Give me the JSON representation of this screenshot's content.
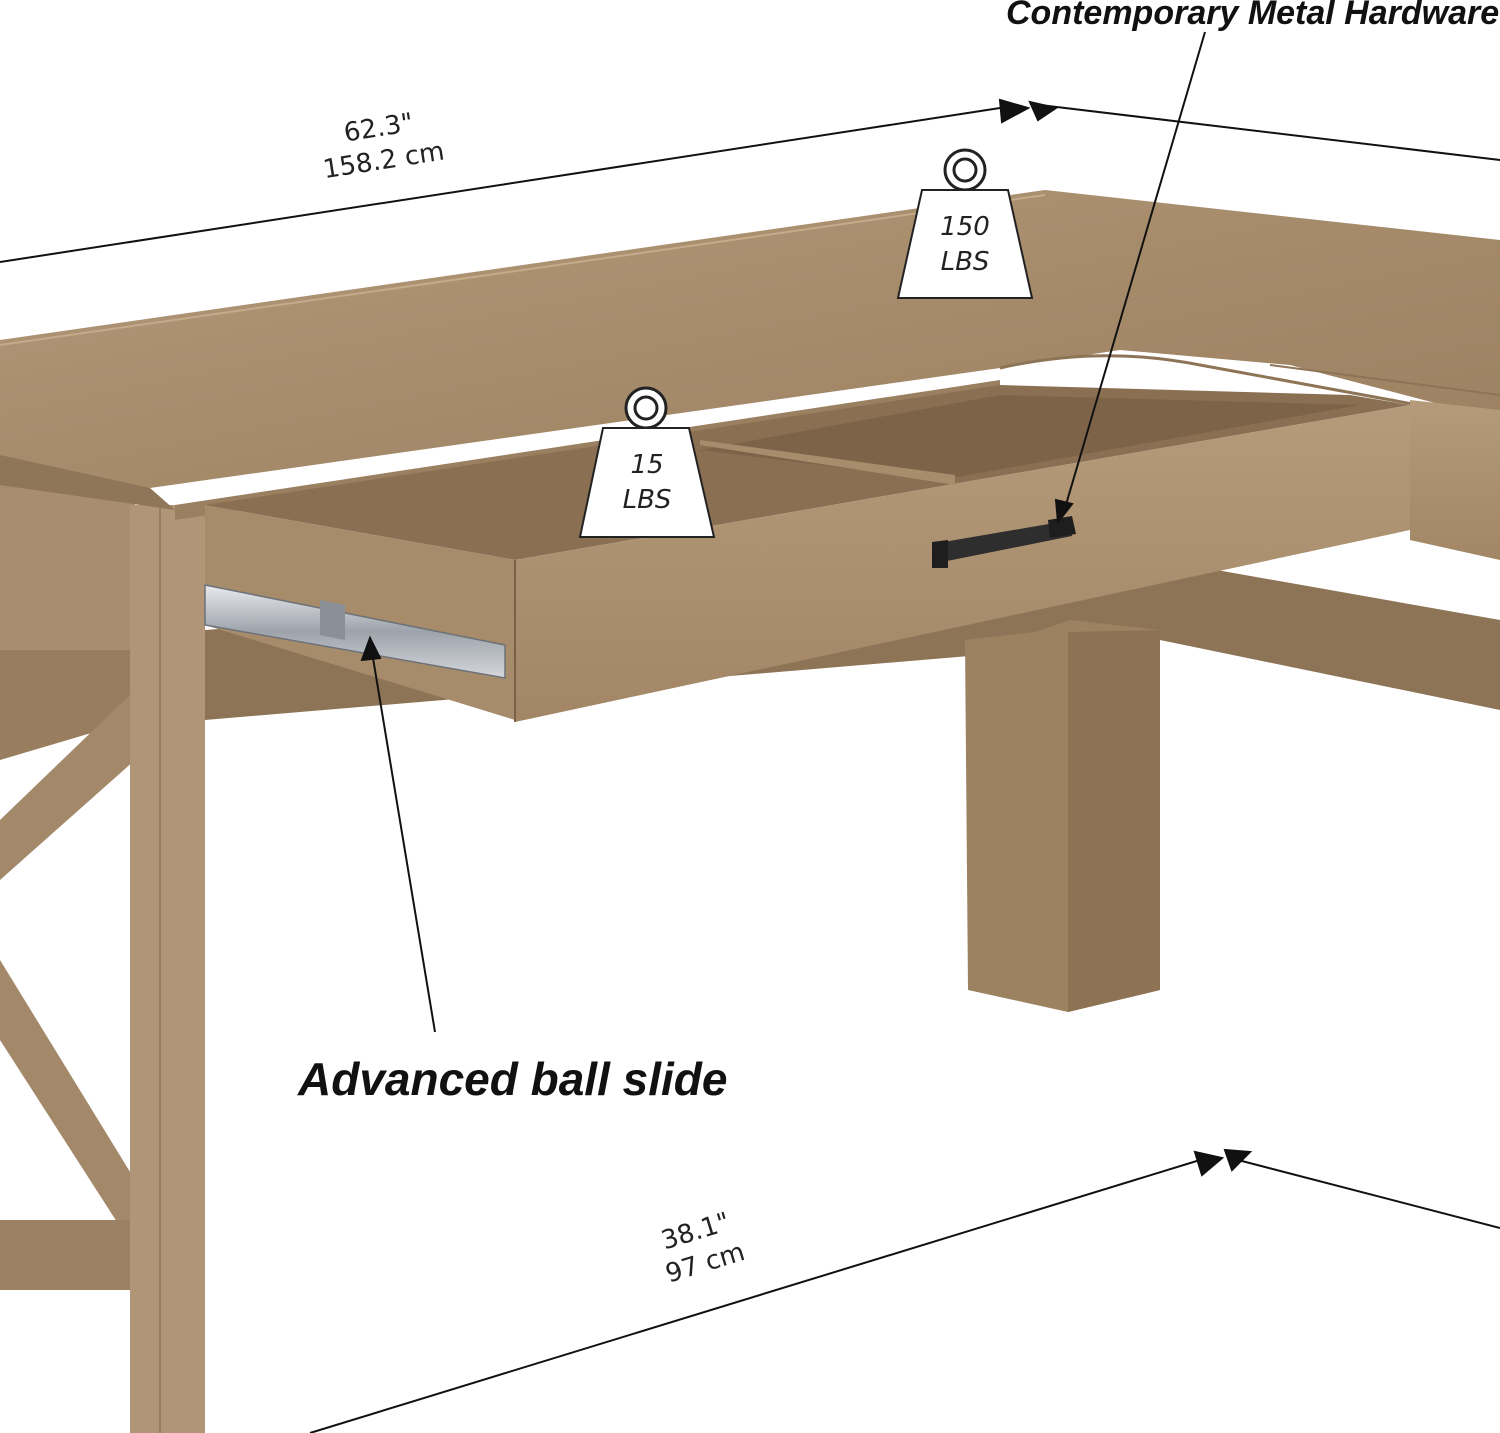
{
  "dimensions": {
    "width_top": {
      "inches": "62.3\"",
      "cm": "158.2 cm"
    },
    "width_bottom": {
      "inches": "38.1\"",
      "cm": "97 cm"
    }
  },
  "weights": {
    "desktop": {
      "value": "150",
      "unit": "LBS"
    },
    "drawer": {
      "value": "15",
      "unit": "LBS"
    }
  },
  "callouts": {
    "hardware": "Contemporary Metal Hardware",
    "slide": "Advanced ball slide"
  },
  "colors": {
    "wood_light": "#b89d7c",
    "wood_mid": "#a08463",
    "wood_dark": "#8a6f52",
    "metal": "#2e2e2e",
    "slide": "#c9ccd2"
  }
}
